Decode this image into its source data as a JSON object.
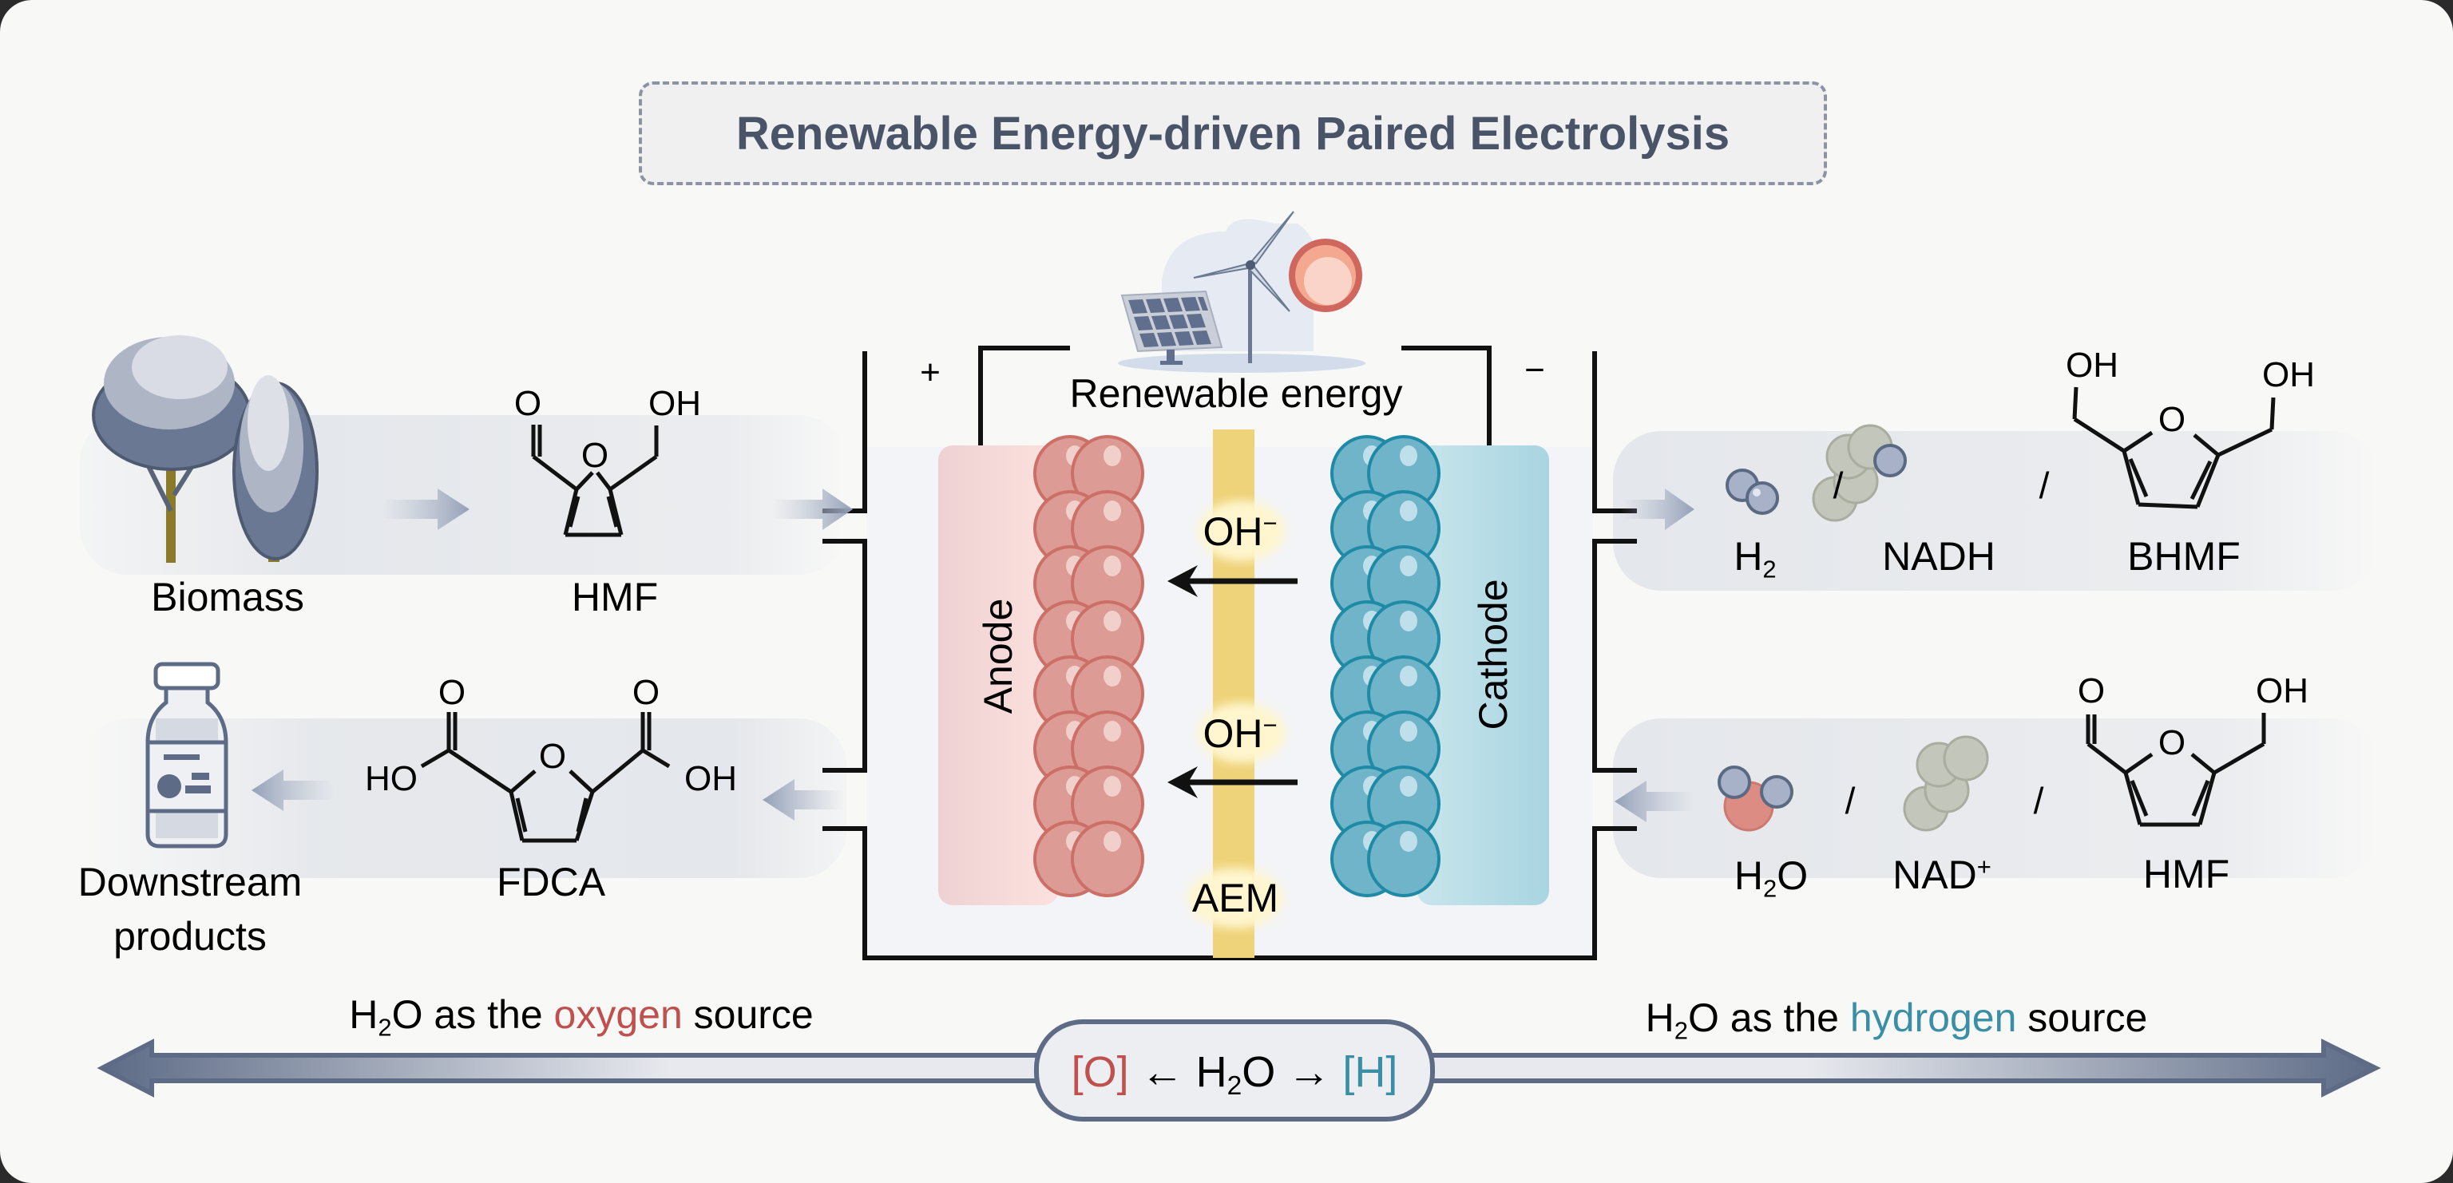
{
  "title": "Renewable Energy-driven Paired Electrolysis",
  "power_source": {
    "label": "Renewable energy",
    "positive_terminal": "+",
    "negative_terminal": "−",
    "icons": [
      "solar-panel",
      "wind-turbine",
      "sun"
    ]
  },
  "cell": {
    "anode_label": "Anode",
    "cathode_label": "Cathode",
    "membrane_label": "AEM",
    "ion_label": "OH",
    "ion_charge": "−",
    "ion_flow_direction": "cathode-to-anode",
    "colors": {
      "anode": "#dc9b94",
      "cathode": "#6fb4c8",
      "membrane": "#efd37a"
    }
  },
  "anode_side": {
    "feed": {
      "name": "HMF",
      "source_label": "Biomass"
    },
    "product": {
      "name": "FDCA",
      "downstream_label_line1": "Downstream",
      "downstream_label_line2": "products"
    },
    "structures": {
      "hmf": {
        "aldehyde_o": "O",
        "hydroxyl": "OH",
        "ring_o": "O"
      },
      "fdca": {
        "o1": "O",
        "o2": "O",
        "ho": "HO",
        "oh": "OH",
        "ring_o": "O"
      }
    }
  },
  "cathode_side": {
    "products": [
      {
        "name": "H",
        "subscript": "2",
        "suffix": ""
      },
      {
        "name": "NADH"
      },
      {
        "name": "BHMF"
      }
    ],
    "reactants": [
      {
        "name": "H",
        "subscript": "2",
        "suffix": "O"
      },
      {
        "name": "NAD",
        "superscript": "+"
      },
      {
        "name": "HMF"
      }
    ],
    "separator": "/",
    "structures": {
      "bhmf": {
        "oh1": "OH",
        "oh2": "OH",
        "ring_o": "O"
      },
      "hmf": {
        "aldehyde_o": "O",
        "hydroxyl": "OH",
        "ring_o": "O"
      }
    }
  },
  "bottom": {
    "left_caption": {
      "prefix_main": "H",
      "prefix_sub": "2",
      "prefix_rest": "O as the ",
      "highlight": "oxygen",
      "suffix": " source",
      "highlight_color": "#c0504d"
    },
    "right_caption": {
      "prefix_main": "H",
      "prefix_sub": "2",
      "prefix_rest": "O as the ",
      "highlight": "hydrogen",
      "suffix": " source",
      "highlight_color": "#3a8ea6"
    },
    "center_equation": {
      "left": "[O]",
      "left_arrow": "←",
      "water_main": "H",
      "water_sub": "2",
      "water_rest": "O",
      "right_arrow": "→",
      "right": "[H]",
      "left_color": "#c0504d",
      "right_color": "#3a8ea6"
    }
  }
}
